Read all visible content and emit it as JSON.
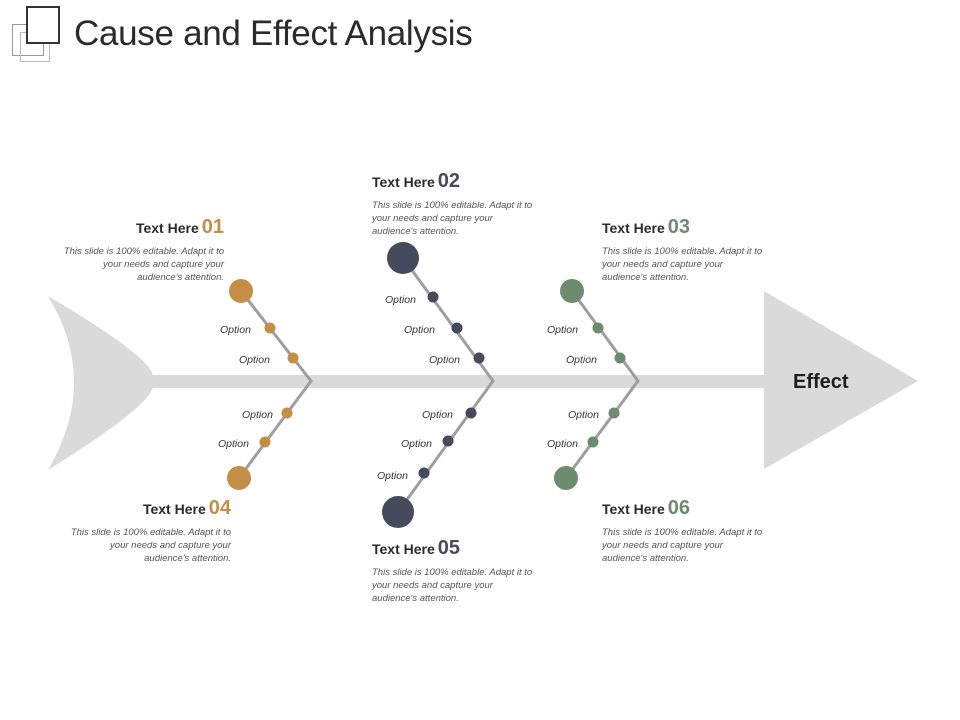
{
  "title": "Cause and Effect Analysis",
  "effect_label": "Effect",
  "colors": {
    "gold": "#C48E45",
    "navy": "#454B5C",
    "green": "#6D8B6F",
    "spine": "#DADADA",
    "bone": "#9E9E9E"
  },
  "causes": [
    {
      "id": "01",
      "heading": "Text Here",
      "number": "01",
      "color": "gold",
      "description": "This slide is 100% editable. Adapt it to your needs and capture your audience's attention."
    },
    {
      "id": "02",
      "heading": "Text Here",
      "number": "02",
      "color": "navy",
      "description": "This slide is 100% editable. Adapt it to your needs and capture your audience's attention."
    },
    {
      "id": "03",
      "heading": "Text Here",
      "number": "03",
      "color": "green",
      "description": "This slide is 100% editable. Adapt it to your needs and capture your audience's attention."
    },
    {
      "id": "04",
      "heading": "Text Here",
      "number": "04",
      "color": "gold",
      "description": "This slide is 100% editable. Adapt it to your needs and capture your audience's attention."
    },
    {
      "id": "05",
      "heading": "Text Here",
      "number": "05",
      "color": "navy",
      "description": "This slide is 100% editable. Adapt it to your needs and capture your audience's attention."
    },
    {
      "id": "06",
      "heading": "Text Here",
      "number": "06",
      "color": "green",
      "description": "This slide is 100% editable. Adapt it to your needs and capture your audience's attention."
    }
  ],
  "option_label": "Option"
}
